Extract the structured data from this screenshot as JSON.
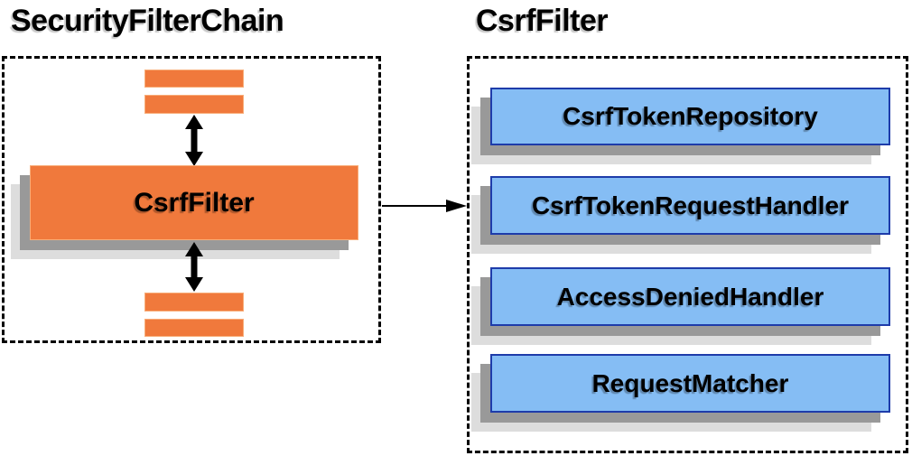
{
  "left_panel": {
    "title": "SecurityFilterChain",
    "csrf_filter_label": "CsrfFilter"
  },
  "right_panel": {
    "title": "CsrfFilter",
    "components": [
      "CsrfTokenRepository",
      "CsrfTokenRequestHandler",
      "AccessDeniedHandler",
      "RequestMatcher"
    ]
  },
  "colors": {
    "page-bg": "#ffffff",
    "orange": "#f0793c",
    "orange-border": "#f8ad78",
    "blue-fill": "#85bdf4",
    "blue-border": "#1e3caa",
    "shadow-dark": "#999999",
    "shadow-light": "#dddddd",
    "arrow": "#000000"
  }
}
